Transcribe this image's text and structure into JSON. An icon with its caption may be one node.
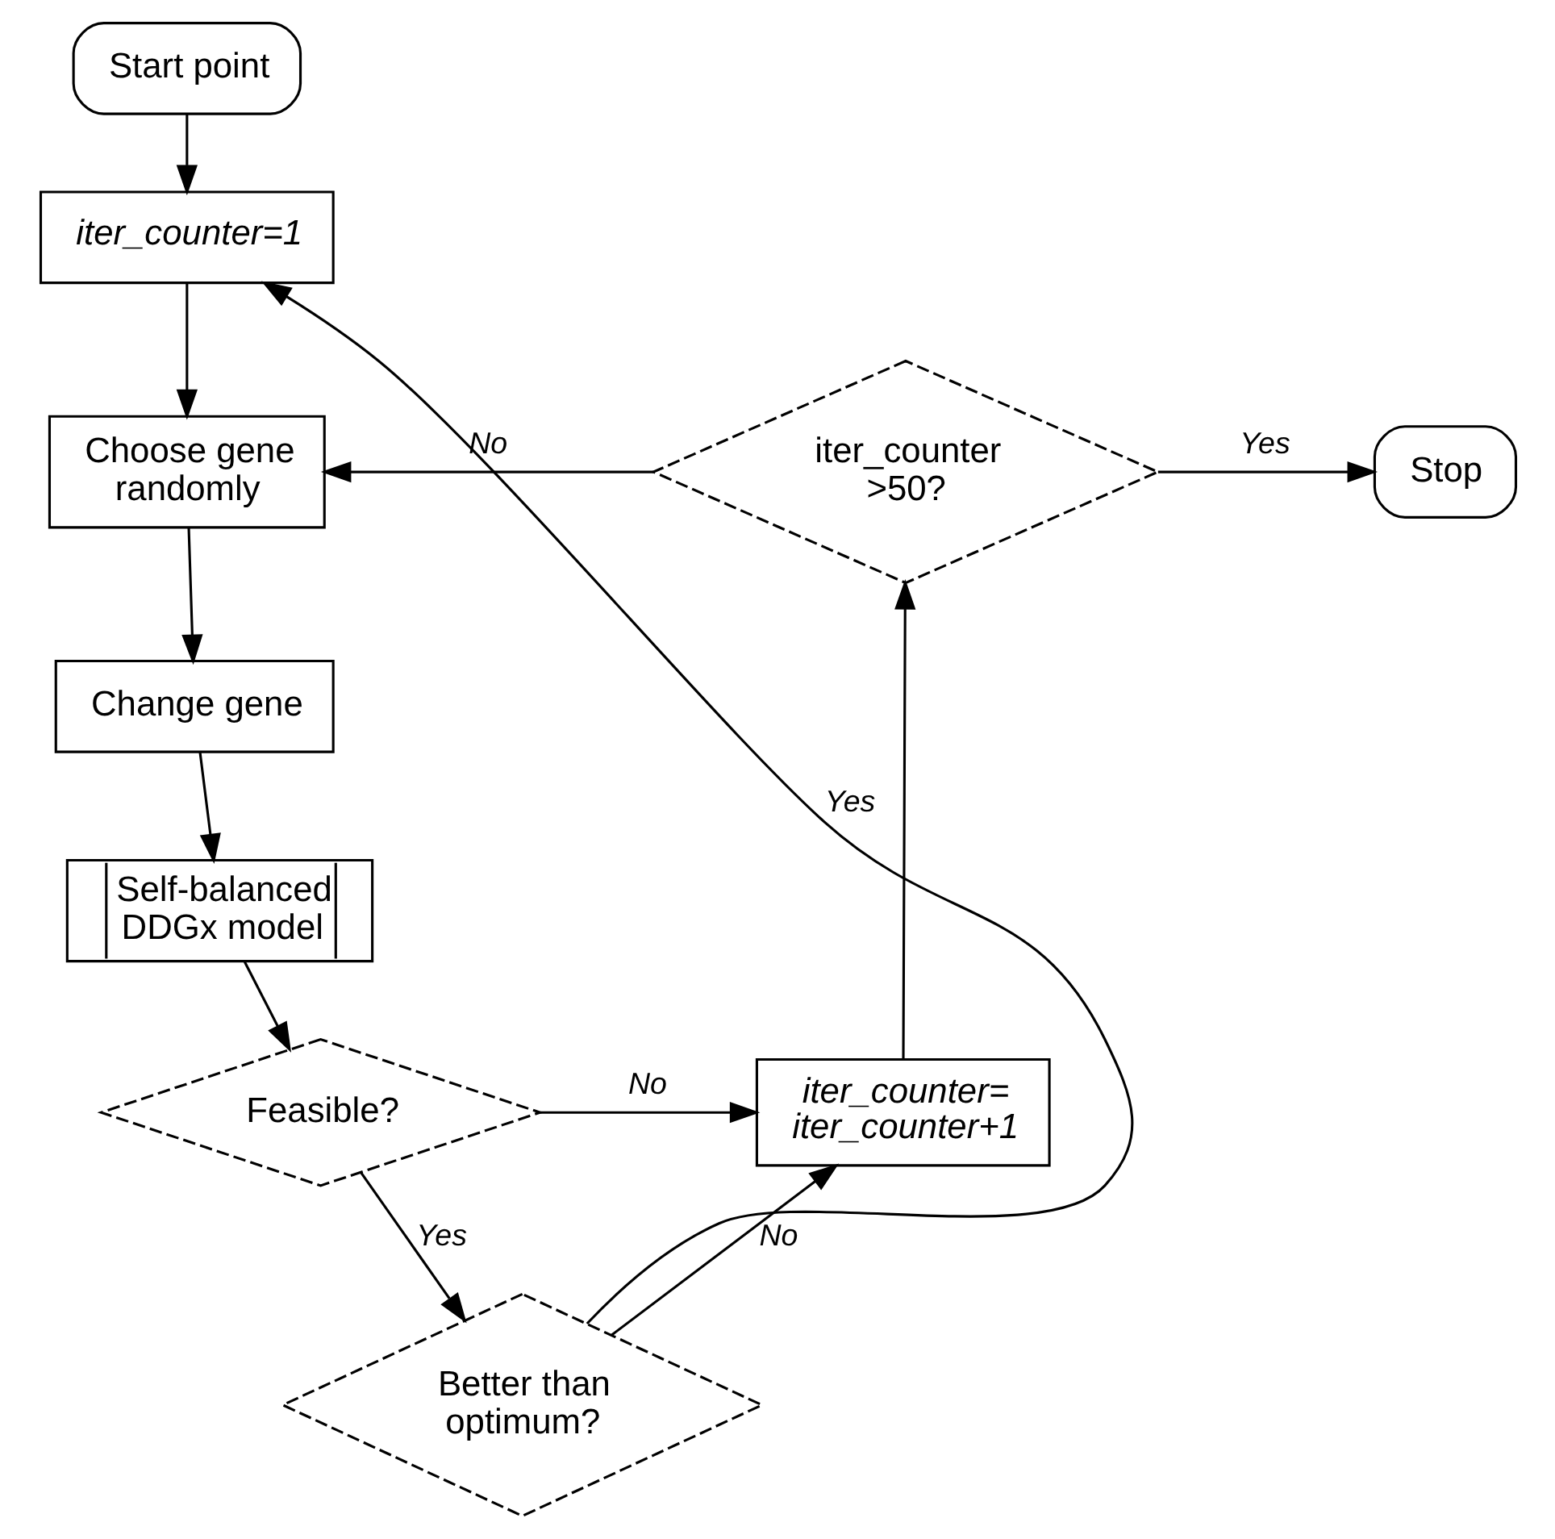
{
  "diagram": {
    "nodes": [
      {
        "text": [
          "Start point"
        ]
      },
      {
        "text": [
          "iter_counter=1"
        ]
      },
      {
        "text": [
          "Choose gene randomly"
        ]
      },
      {
        "text": [
          "Change gene"
        ]
      },
      {
        "text": [
          "Self-balanced DDGx model"
        ]
      },
      {
        "text": [
          "Feasible?"
        ]
      },
      {
        "text": [
          "Better than optimum?"
        ]
      },
      {
        "text": [
          "iter_counter= iter_counter+1"
        ]
      },
      {
        "text": [
          "iter_counter >50?"
        ]
      },
      {
        "text": [
          "Stop"
        ]
      }
    ],
    "edges": [
      {
        "from": 0,
        "to": 1,
        "arrow": "to"
      },
      {
        "from": 1,
        "to": 2,
        "arrow": "to"
      },
      {
        "from": 2,
        "to": 3,
        "arrow": "to"
      },
      {
        "from": 3,
        "to": 4,
        "arrow": "to"
      },
      {
        "from": 4,
        "to": 5,
        "arrow": "to"
      },
      {
        "from": 5,
        "to": 7,
        "arrow": "to",
        "label": "No"
      },
      {
        "from": 5,
        "to": 6,
        "arrow": "to",
        "label": "Yes"
      },
      {
        "from": 6,
        "to": 7,
        "arrow": "to",
        "label": "No"
      },
      {
        "from": 6,
        "to": 1,
        "arrow": "to",
        "label": "Yes"
      },
      {
        "from": 7,
        "to": 8,
        "arrow": "to"
      },
      {
        "from": 8,
        "to": 9,
        "arrow": "to",
        "label": "Yes"
      },
      {
        "from": 8,
        "to": 2,
        "arrow": "to",
        "label": "No"
      }
    ]
  }
}
